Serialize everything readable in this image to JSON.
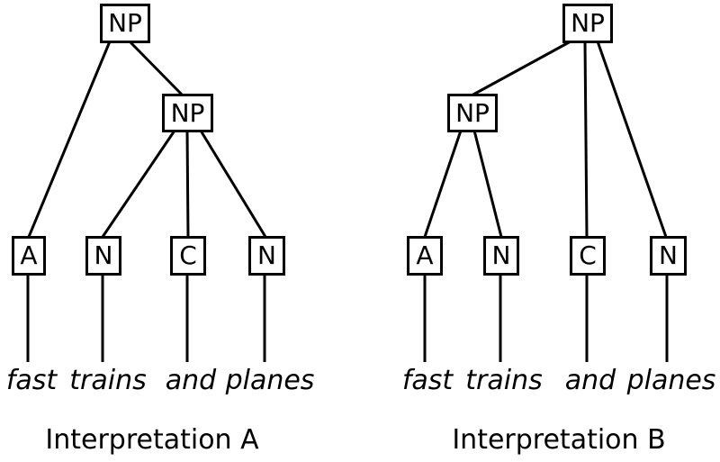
{
  "diagram": {
    "colors": {
      "background": "#ffffff",
      "ink": "#000000"
    },
    "words_shared": [
      "fast",
      "trains",
      "and",
      "planes"
    ],
    "trees": [
      {
        "caption": "Interpretation A",
        "bracketing": "[NP A:fast [NP N:trains C:and N:planes]]",
        "nodes": {
          "root": {
            "label": "NP"
          },
          "inner": {
            "label": "NP"
          },
          "leaf_a": {
            "label": "A"
          },
          "leaf_n1": {
            "label": "N"
          },
          "leaf_c": {
            "label": "C"
          },
          "leaf_n2": {
            "label": "N"
          }
        },
        "edges": [
          {
            "from": "root",
            "to": "leaf_a"
          },
          {
            "from": "root",
            "to": "inner"
          },
          {
            "from": "inner",
            "to": "leaf_n1"
          },
          {
            "from": "inner",
            "to": "leaf_c"
          },
          {
            "from": "inner",
            "to": "leaf_n2"
          },
          {
            "from": "leaf_a",
            "to": "word_fast"
          },
          {
            "from": "leaf_n1",
            "to": "word_trains"
          },
          {
            "from": "leaf_c",
            "to": "word_and"
          },
          {
            "from": "leaf_n2",
            "to": "word_planes"
          }
        ],
        "words": {
          "fast": "fast",
          "trains": "trains",
          "and": "and",
          "planes": "planes"
        }
      },
      {
        "caption": "Interpretation B",
        "bracketing": "[NP [NP A:fast N:trains] C:and N:planes]",
        "nodes": {
          "root": {
            "label": "NP"
          },
          "inner": {
            "label": "NP"
          },
          "leaf_a": {
            "label": "A"
          },
          "leaf_n1": {
            "label": "N"
          },
          "leaf_c": {
            "label": "C"
          },
          "leaf_n2": {
            "label": "N"
          }
        },
        "edges": [
          {
            "from": "root",
            "to": "inner"
          },
          {
            "from": "root",
            "to": "leaf_c"
          },
          {
            "from": "root",
            "to": "leaf_n2"
          },
          {
            "from": "inner",
            "to": "leaf_a"
          },
          {
            "from": "inner",
            "to": "leaf_n1"
          },
          {
            "from": "leaf_a",
            "to": "word_fast"
          },
          {
            "from": "leaf_n1",
            "to": "word_trains"
          },
          {
            "from": "leaf_c",
            "to": "word_and"
          },
          {
            "from": "leaf_n2",
            "to": "word_planes"
          }
        ],
        "words": {
          "fast": "fast",
          "trains": "trains",
          "and": "and",
          "planes": "planes"
        }
      }
    ]
  }
}
